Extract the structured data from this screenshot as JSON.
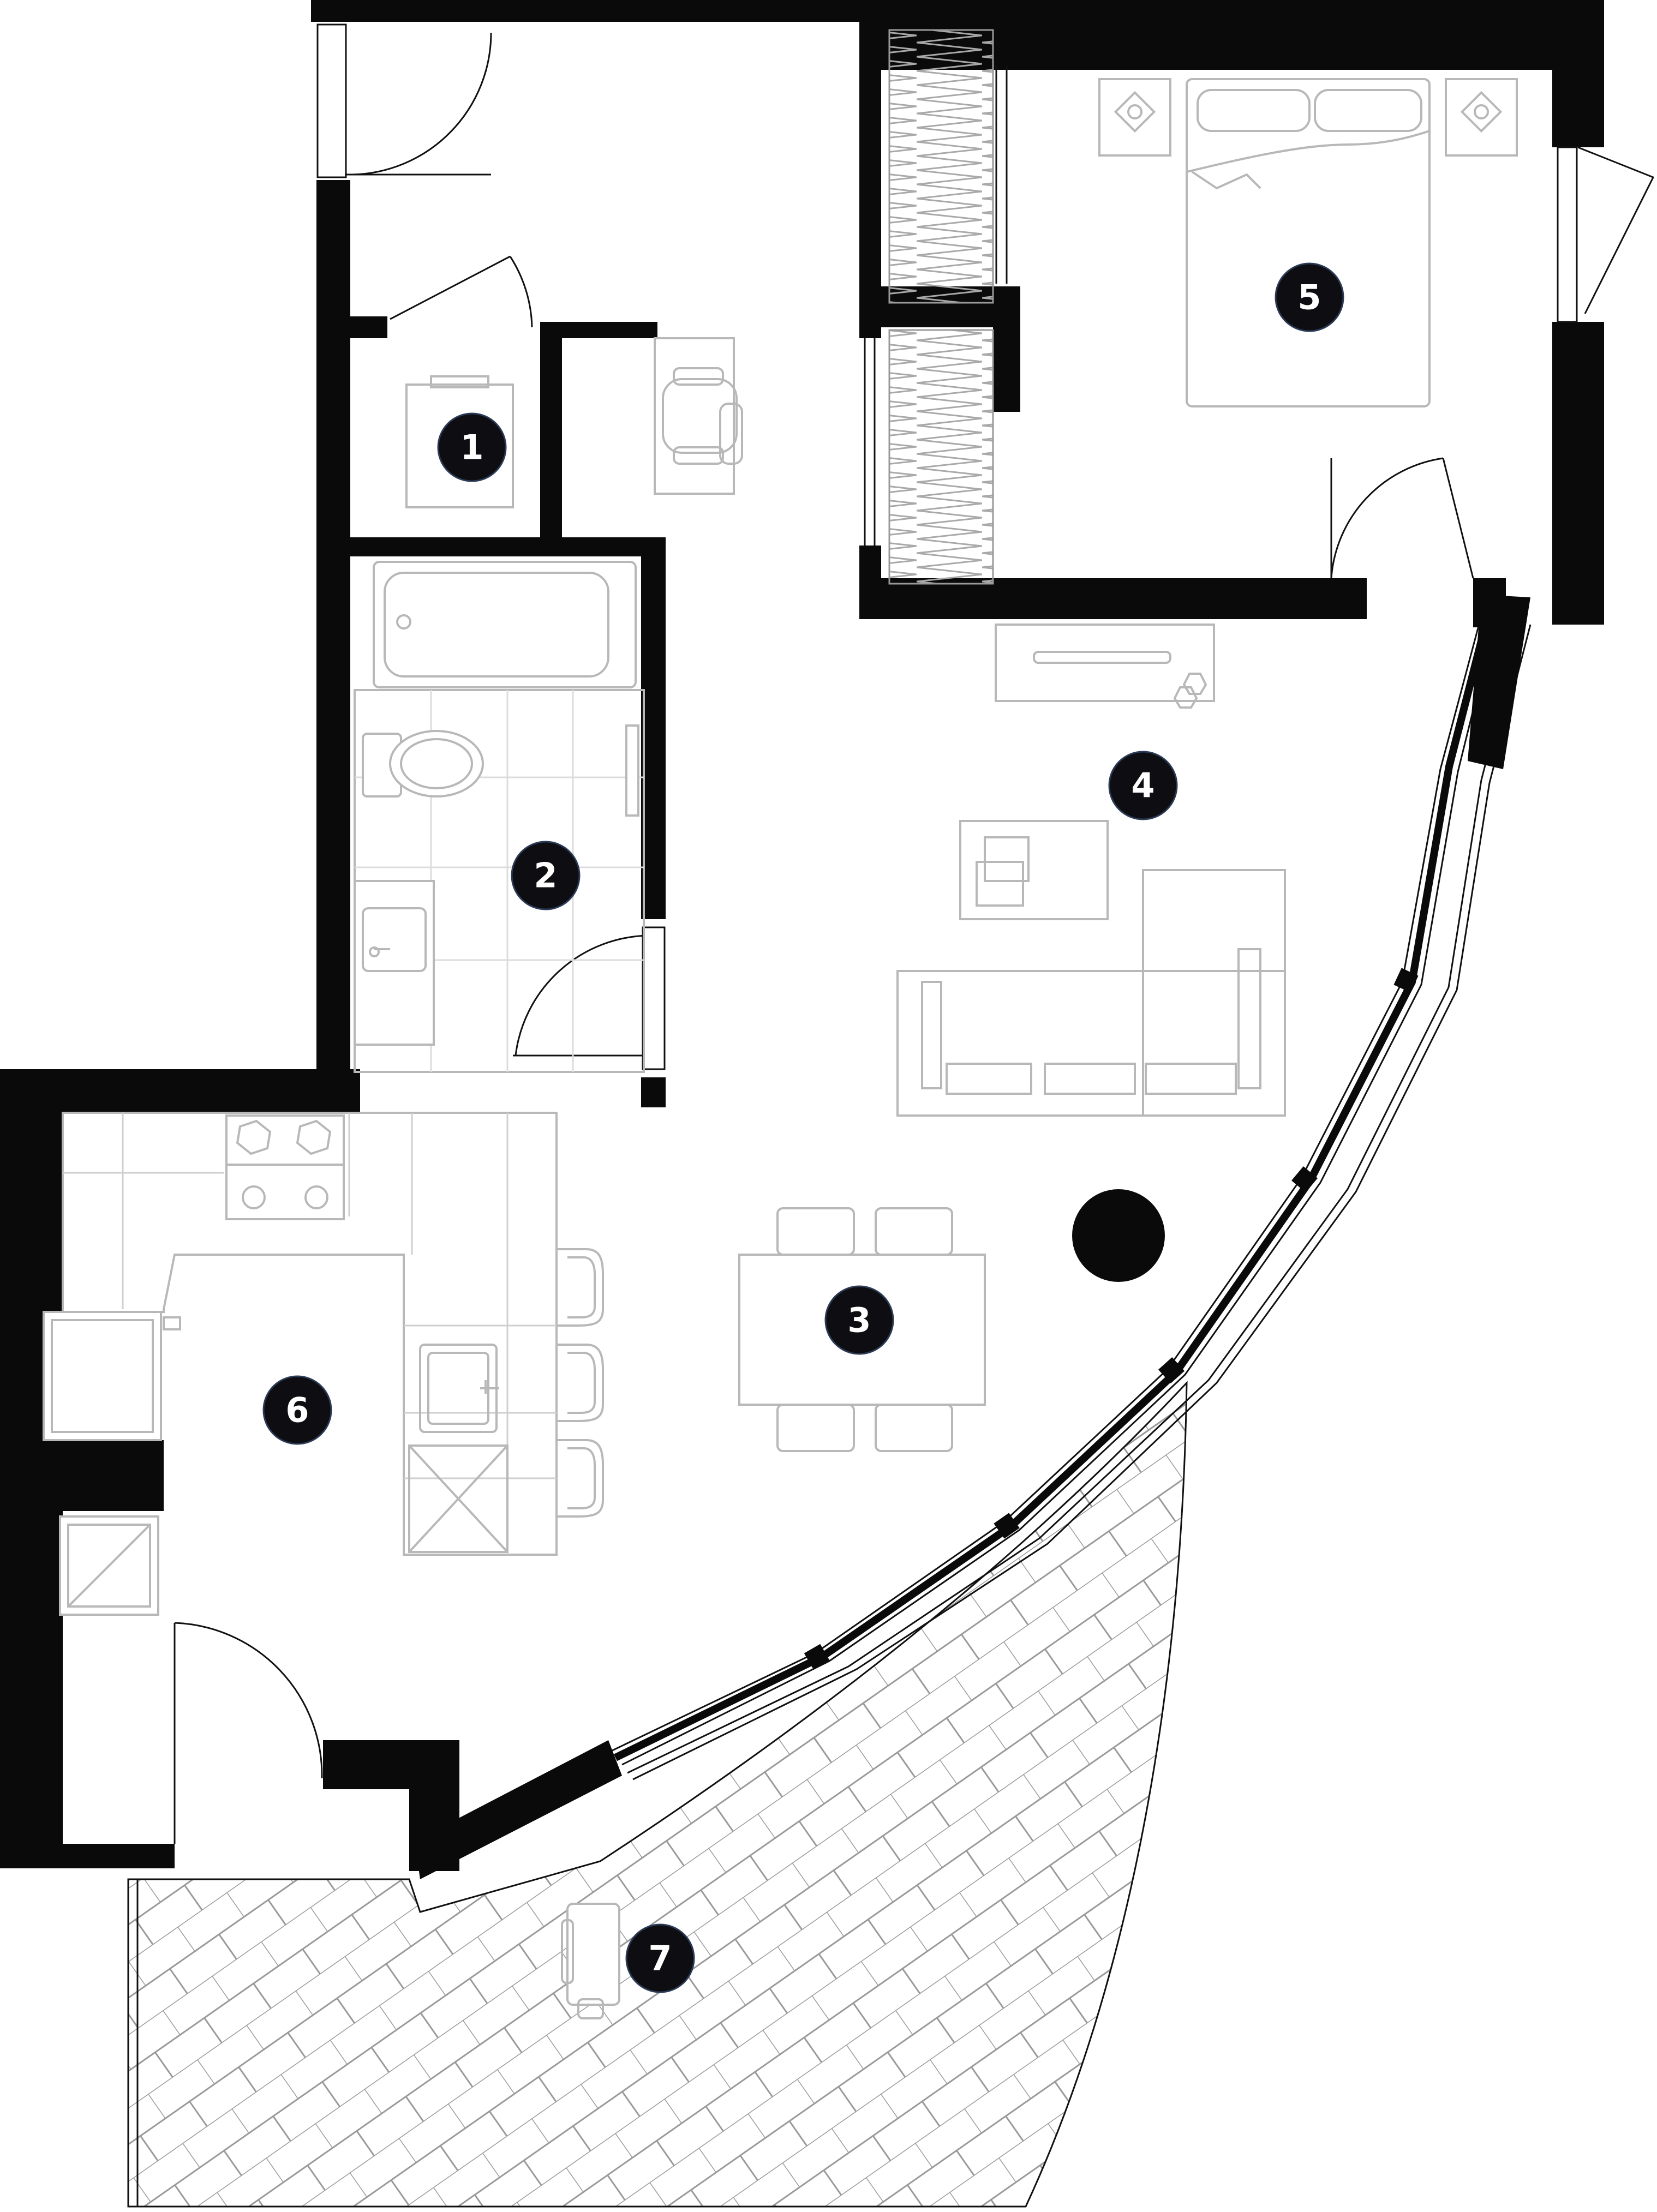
{
  "rooms": [
    {
      "id": "room-1",
      "number": "1"
    },
    {
      "id": "room-2",
      "number": "2"
    },
    {
      "id": "room-3",
      "number": "3"
    },
    {
      "id": "room-4",
      "number": "4"
    },
    {
      "id": "room-5",
      "number": "5"
    },
    {
      "id": "room-6",
      "number": "6"
    },
    {
      "id": "room-7",
      "number": "7"
    }
  ],
  "colors": {
    "wall": "#0a0a0a",
    "furniture_line": "#b8b8b8",
    "badge_fill": "#0e0e12",
    "badge_text": "#ffffff",
    "background": "#ffffff"
  }
}
